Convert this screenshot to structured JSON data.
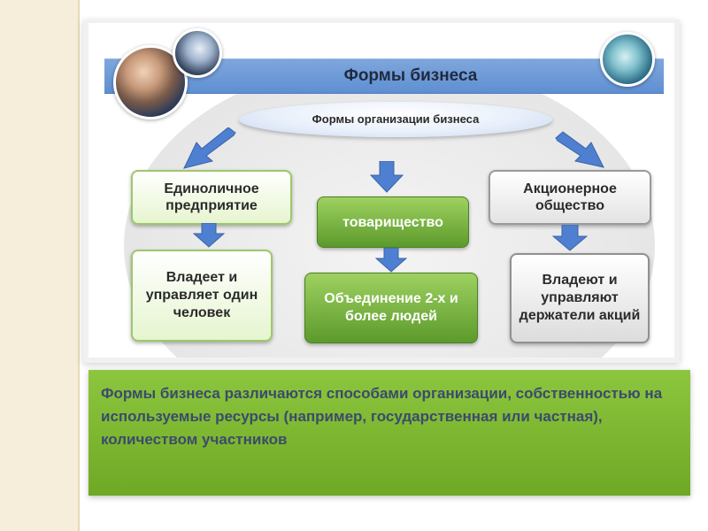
{
  "diagram": {
    "title": "Формы бизнеса",
    "subtitle": "Формы организации бизнеса",
    "branches": [
      {
        "type": "Единоличное предприятие",
        "description": "Владеет и управляет один человек"
      },
      {
        "type": "товарищество",
        "description": "Объединение 2-х и более людей"
      },
      {
        "type": "Акционерное общество",
        "description": "Владеют и управляют держатели акций"
      }
    ]
  },
  "caption": {
    "text": "Формы бизнеса различаются способами организации, собственностью на используемые ресурсы (например, государственная или частная), количеством участников"
  },
  "colors": {
    "header": "#6f9bd8",
    "arrow": "#4f7fd0",
    "green": "#7bb52f",
    "caption_text": "#3b4b6b"
  }
}
